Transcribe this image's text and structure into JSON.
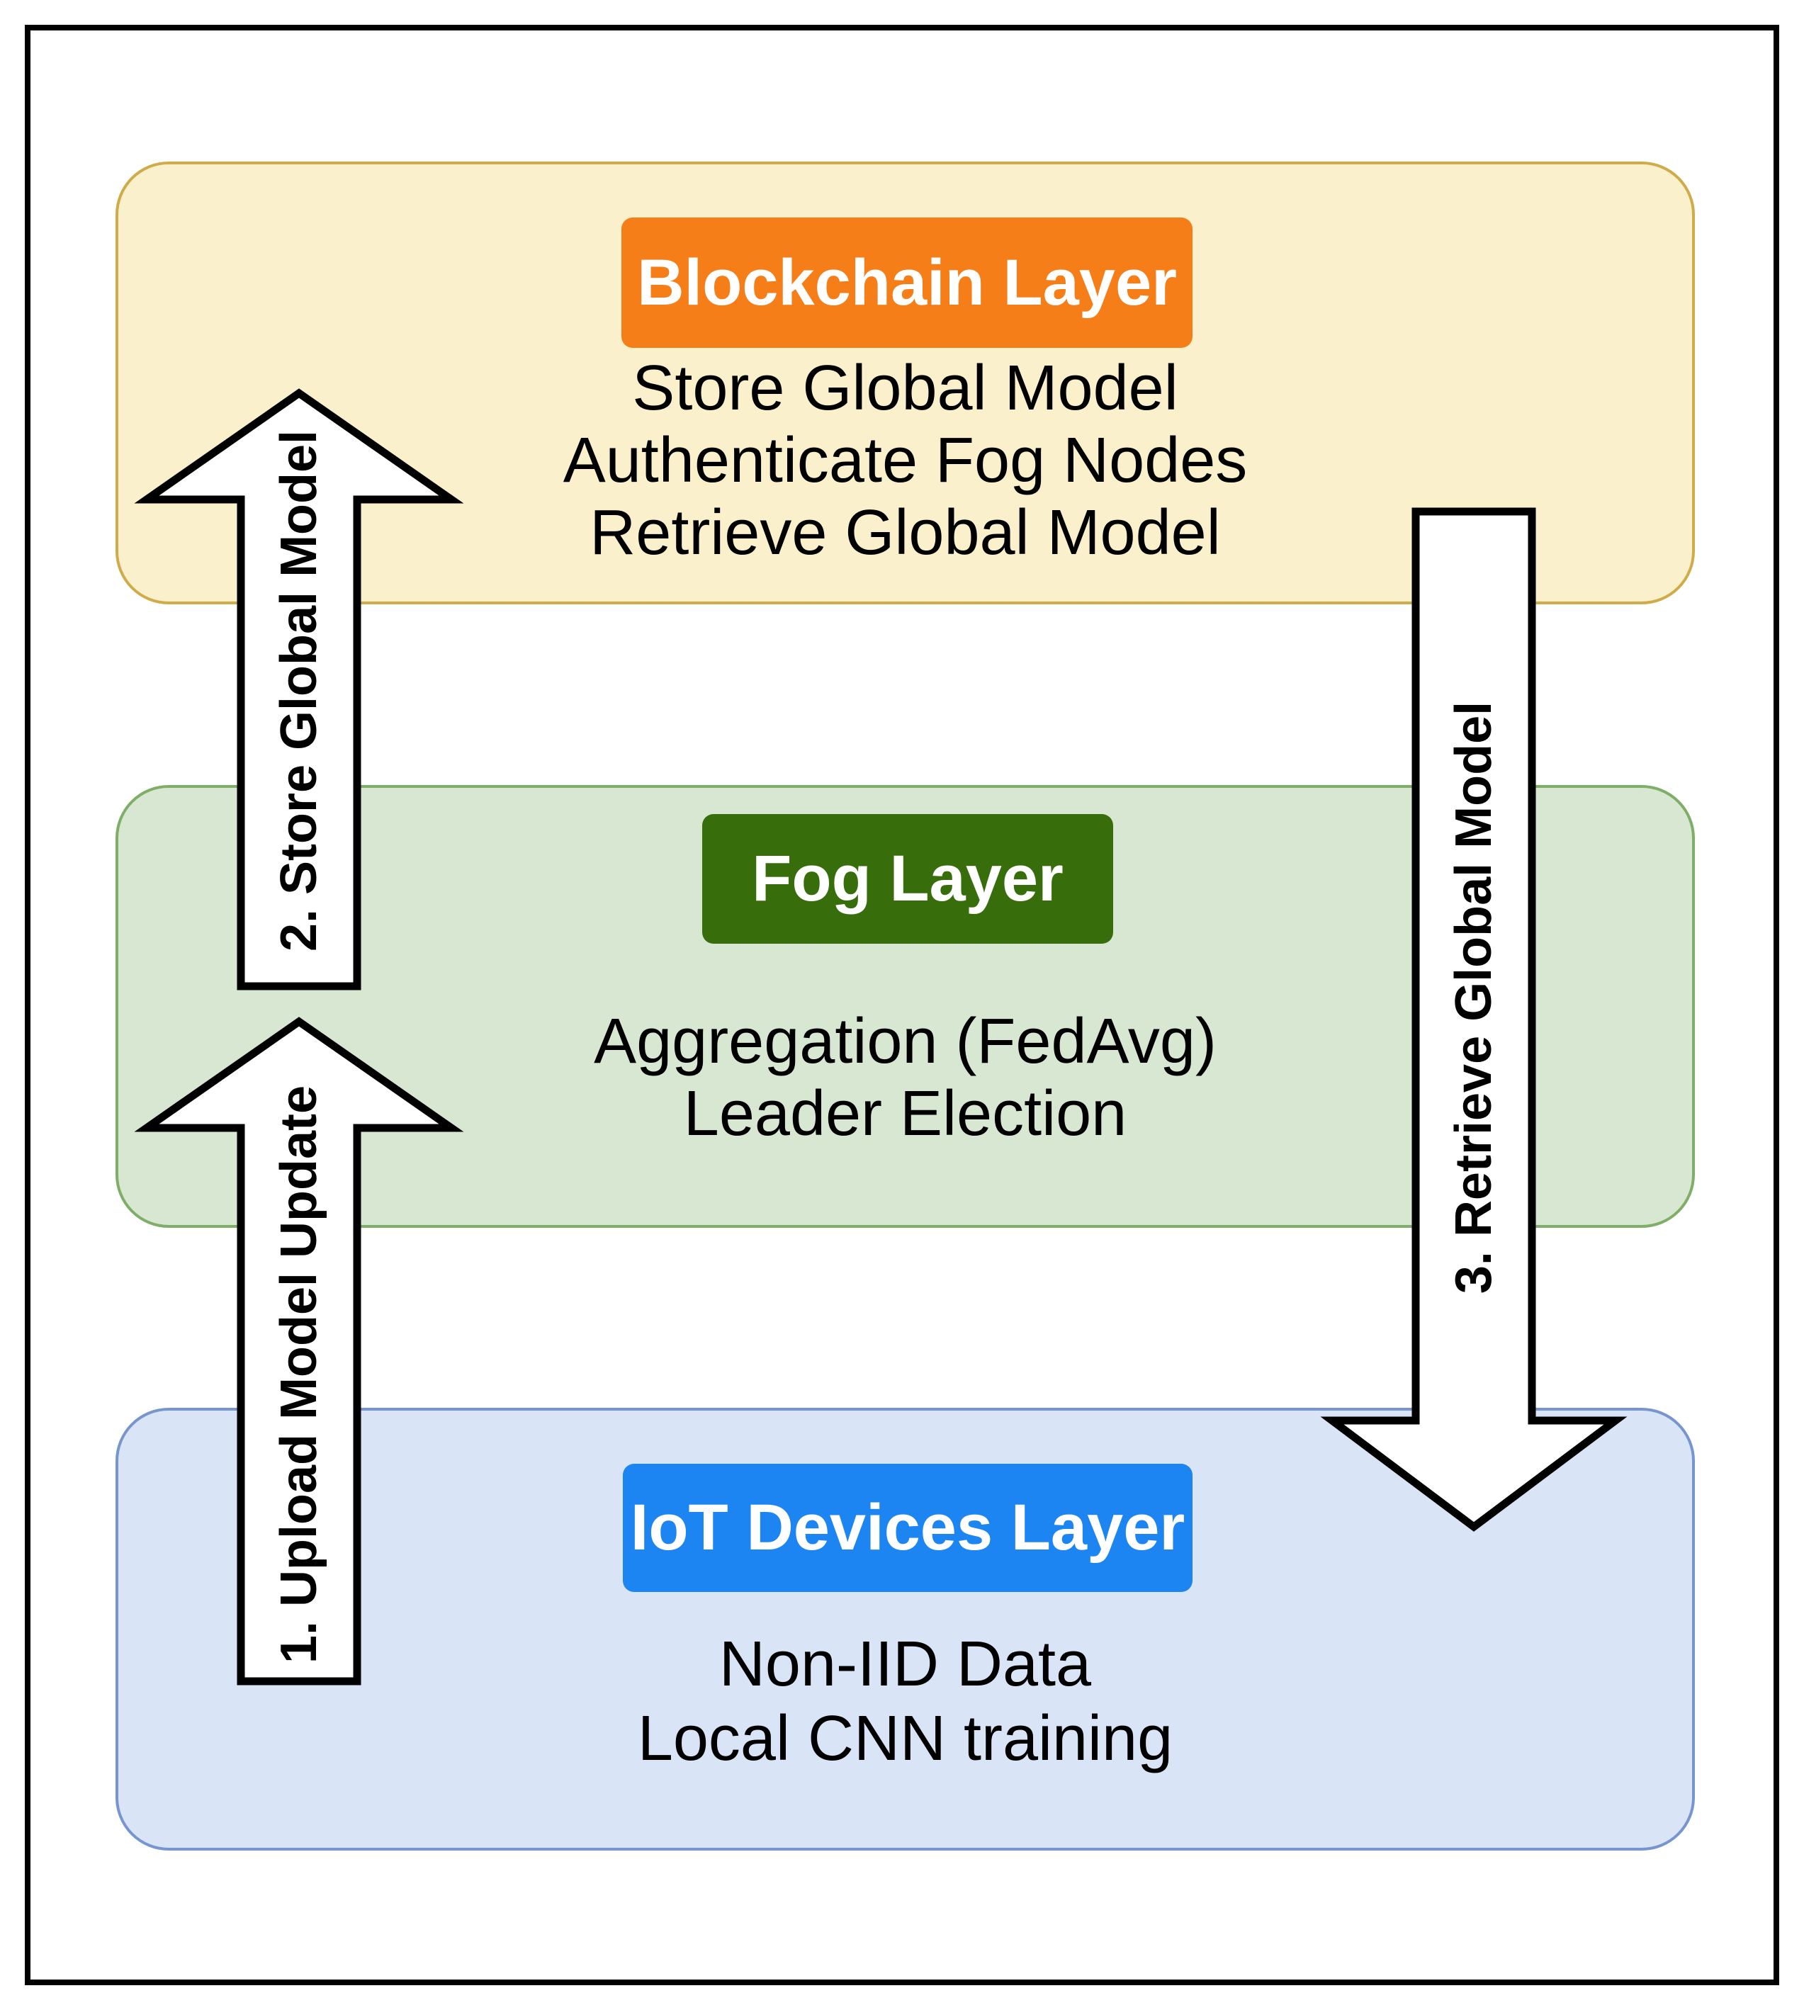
{
  "layers": [
    {
      "id": "blockchain",
      "title": "Blockchain Layer",
      "items": [
        "Store Global Model",
        "Authenticate Fog Nodes",
        "Retrieve Global Model"
      ],
      "bg_color": "#FBF0CC",
      "border_color": "#D0AB49",
      "title_bg_color": "#F67E19",
      "title_text_color": "#FFFFFF"
    },
    {
      "id": "fog",
      "title": "Fog Layer",
      "items": [
        "Aggregation (FedAvg)",
        "Leader Election"
      ],
      "bg_color": "#D8E7D2",
      "border_color": "#7FAE69",
      "title_bg_color": "#376E0B",
      "title_text_color": "#FFFFFF"
    },
    {
      "id": "iot",
      "title": "IoT Devices Layer",
      "items": [
        "Non-IID Data",
        "Local CNN training"
      ],
      "bg_color": "#D9E4F7",
      "border_color": "#7795CE",
      "title_bg_color": "#1C85F2",
      "title_text_color": "#FFFFFF"
    }
  ],
  "arrows": [
    {
      "id": "upload",
      "label": "1. Upload Model Update",
      "direction": "up",
      "from_layer": "iot",
      "to_layer": "fog",
      "fill": "#FFFFFF",
      "stroke": "#000000",
      "label_color": "#000000"
    },
    {
      "id": "store",
      "label": "2. Store Global Model",
      "direction": "up",
      "from_layer": "fog",
      "to_layer": "blockchain",
      "fill": "#FFFFFF",
      "stroke": "#000000",
      "label_color": "#000000"
    },
    {
      "id": "retrieve",
      "label": "3. Retrieve Global Model",
      "direction": "down",
      "from_layer": "blockchain",
      "to_layer": "iot",
      "fill": "#FFFFFF",
      "stroke": "#000000",
      "label_color": "#000000"
    }
  ],
  "frame": {
    "border_color": "#000000",
    "background": "#FFFFFF"
  }
}
